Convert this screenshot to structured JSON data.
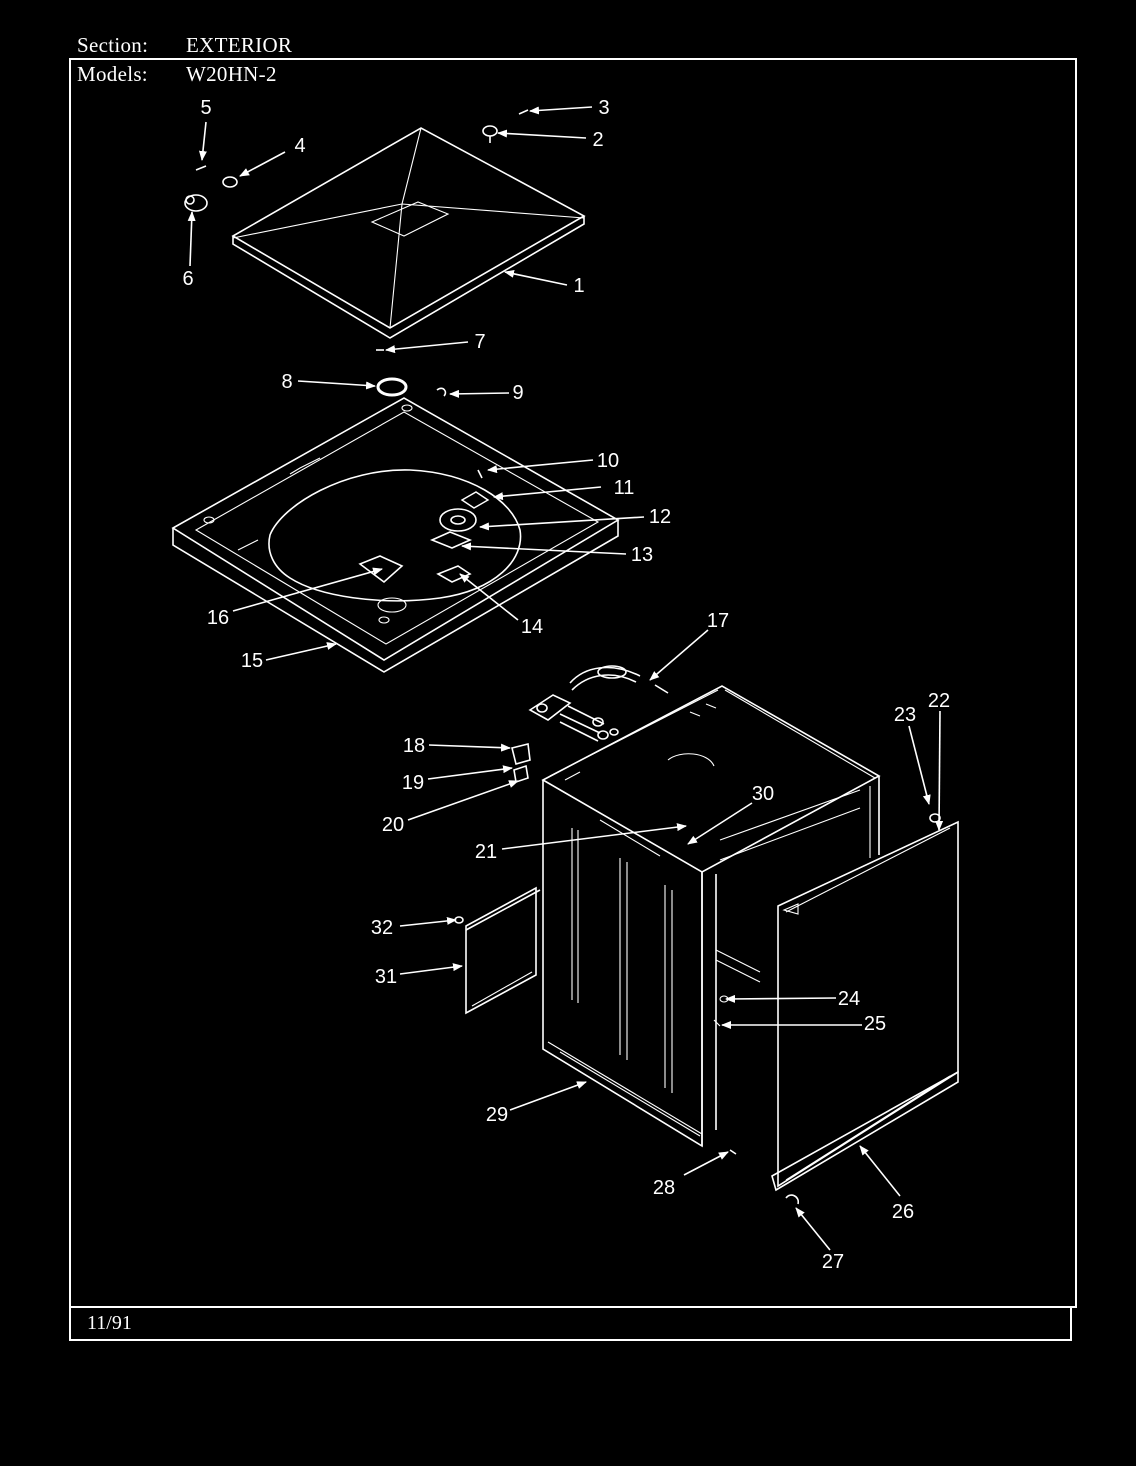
{
  "header": {
    "section_label": "Section:",
    "section_value": "EXTERIOR",
    "models_label": "Models:",
    "models_value": "W20HN-2"
  },
  "footer": {
    "date": "11/91"
  },
  "callouts": [
    "1",
    "2",
    "3",
    "4",
    "5",
    "6",
    "7",
    "8",
    "9",
    "10",
    "11",
    "12",
    "13",
    "14",
    "15",
    "16",
    "17",
    "18",
    "19",
    "20",
    "21",
    "22",
    "23",
    "24",
    "25",
    "26",
    "27",
    "28",
    "29",
    "30",
    "31",
    "32"
  ],
  "colors": {
    "background": "#000000",
    "lines": "#ffffff"
  }
}
